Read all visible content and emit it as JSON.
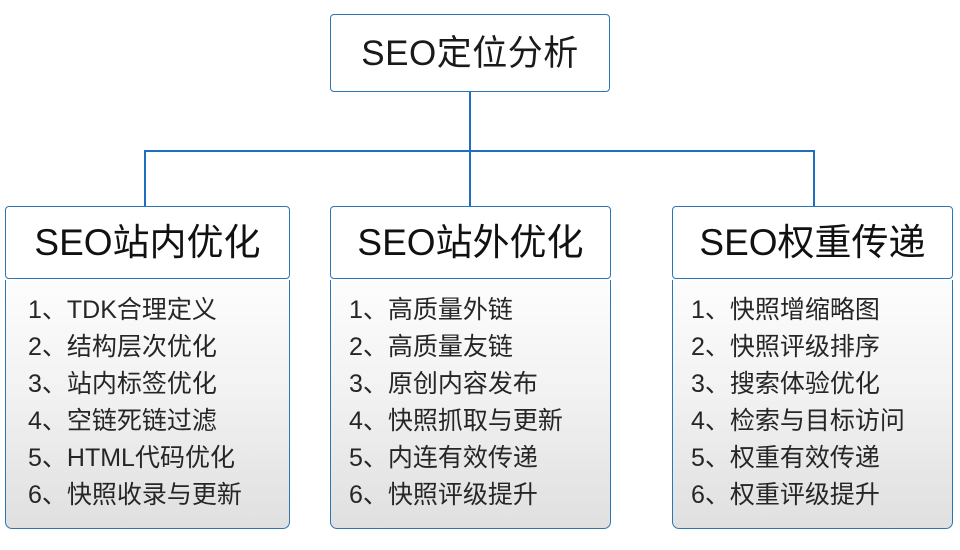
{
  "diagram": {
    "type": "org-tree",
    "accent_color": "#2E75B6",
    "connector_color": "#1F6FC0",
    "background_color": "#FFFFFF",
    "root": {
      "label": "SEO定位分析"
    },
    "branches": [
      {
        "header": "SEO站内优化",
        "items": [
          {
            "index": "1、",
            "text": "TDK合理定义"
          },
          {
            "index": "2、",
            "text": "结构层次优化"
          },
          {
            "index": "3、",
            "text": "站内标签优化"
          },
          {
            "index": "4、",
            "text": "空链死链过滤"
          },
          {
            "index": "5、",
            "text": "HTML代码优化"
          },
          {
            "index": "6、",
            "text": "快照收录与更新"
          }
        ]
      },
      {
        "header": "SEO站外优化",
        "items": [
          {
            "index": "1、",
            "text": "高质量外链"
          },
          {
            "index": "2、",
            "text": "高质量友链"
          },
          {
            "index": "3、",
            "text": "原创内容发布"
          },
          {
            "index": "4、",
            "text": "快照抓取与更新"
          },
          {
            "index": "5、",
            "text": "内连有效传递"
          },
          {
            "index": "6、",
            "text": "快照评级提升"
          }
        ]
      },
      {
        "header": "SEO权重传递",
        "items": [
          {
            "index": "1、",
            "text": "快照增缩略图"
          },
          {
            "index": "2、",
            "text": "快照评级排序"
          },
          {
            "index": "3、",
            "text": "搜索体验优化"
          },
          {
            "index": "4、",
            "text": "检索与目标访问"
          },
          {
            "index": "5、",
            "text": "权重有效传递"
          },
          {
            "index": "6、",
            "text": "权重评级提升"
          }
        ]
      }
    ]
  }
}
